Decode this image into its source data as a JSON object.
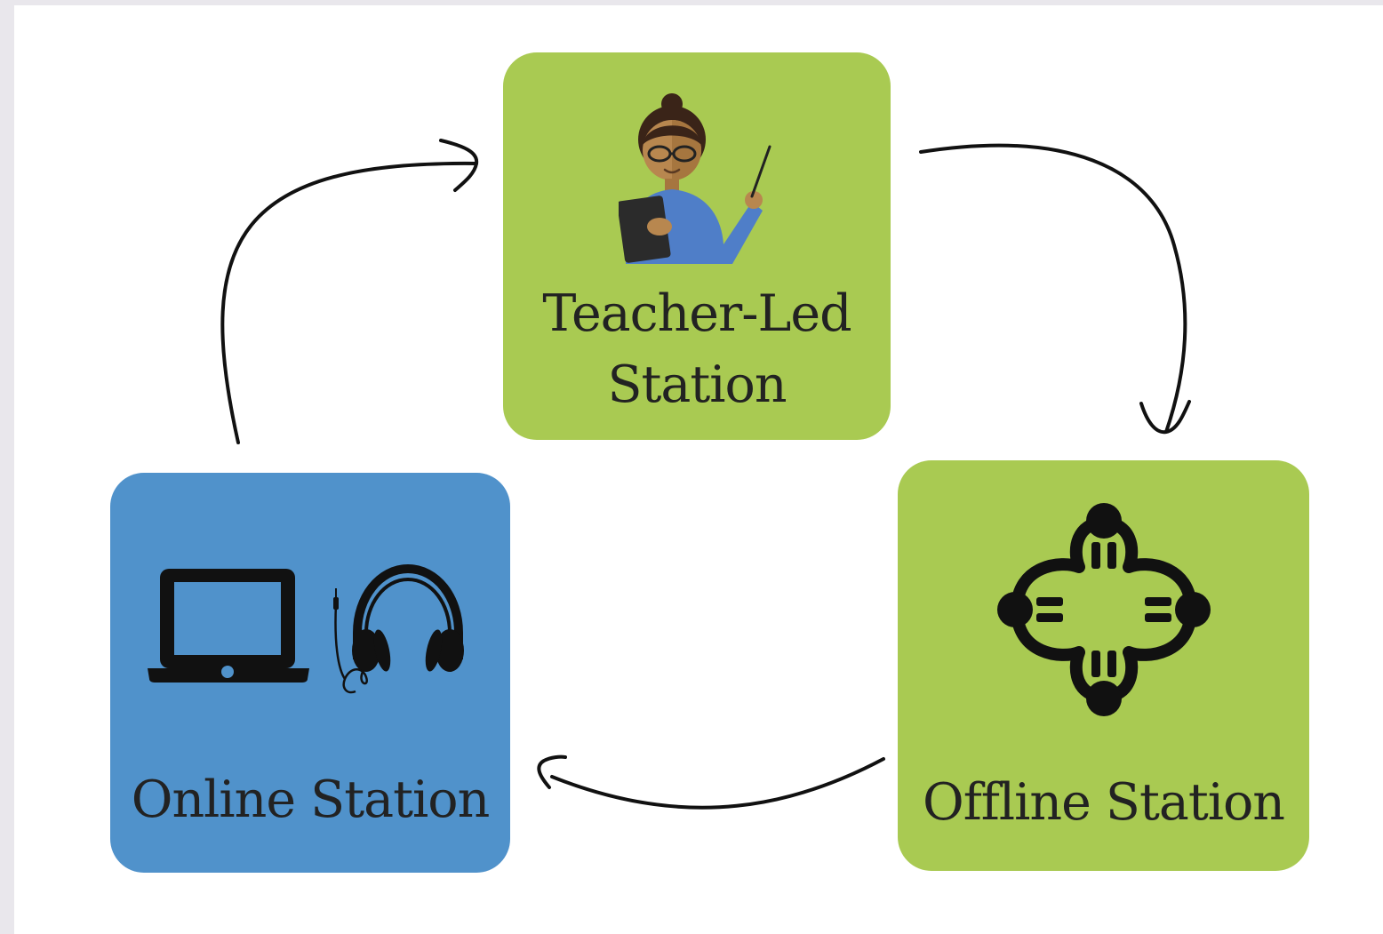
{
  "colors": {
    "green": "#a9ca52",
    "blue": "#5092cb",
    "text": "#222222",
    "arrow": "#111111"
  },
  "stations": {
    "teacher": {
      "label_line1": "Teacher-Led",
      "label_line2": "Station",
      "icon": "teacher-icon"
    },
    "offline": {
      "label": "Offline Station",
      "icon": "group-table-icon"
    },
    "online": {
      "label": "Online Station",
      "icons": [
        "laptop-icon",
        "headphones-icon"
      ]
    }
  },
  "flow": [
    "Teacher-Led Station",
    "Offline Station",
    "Online Station"
  ]
}
